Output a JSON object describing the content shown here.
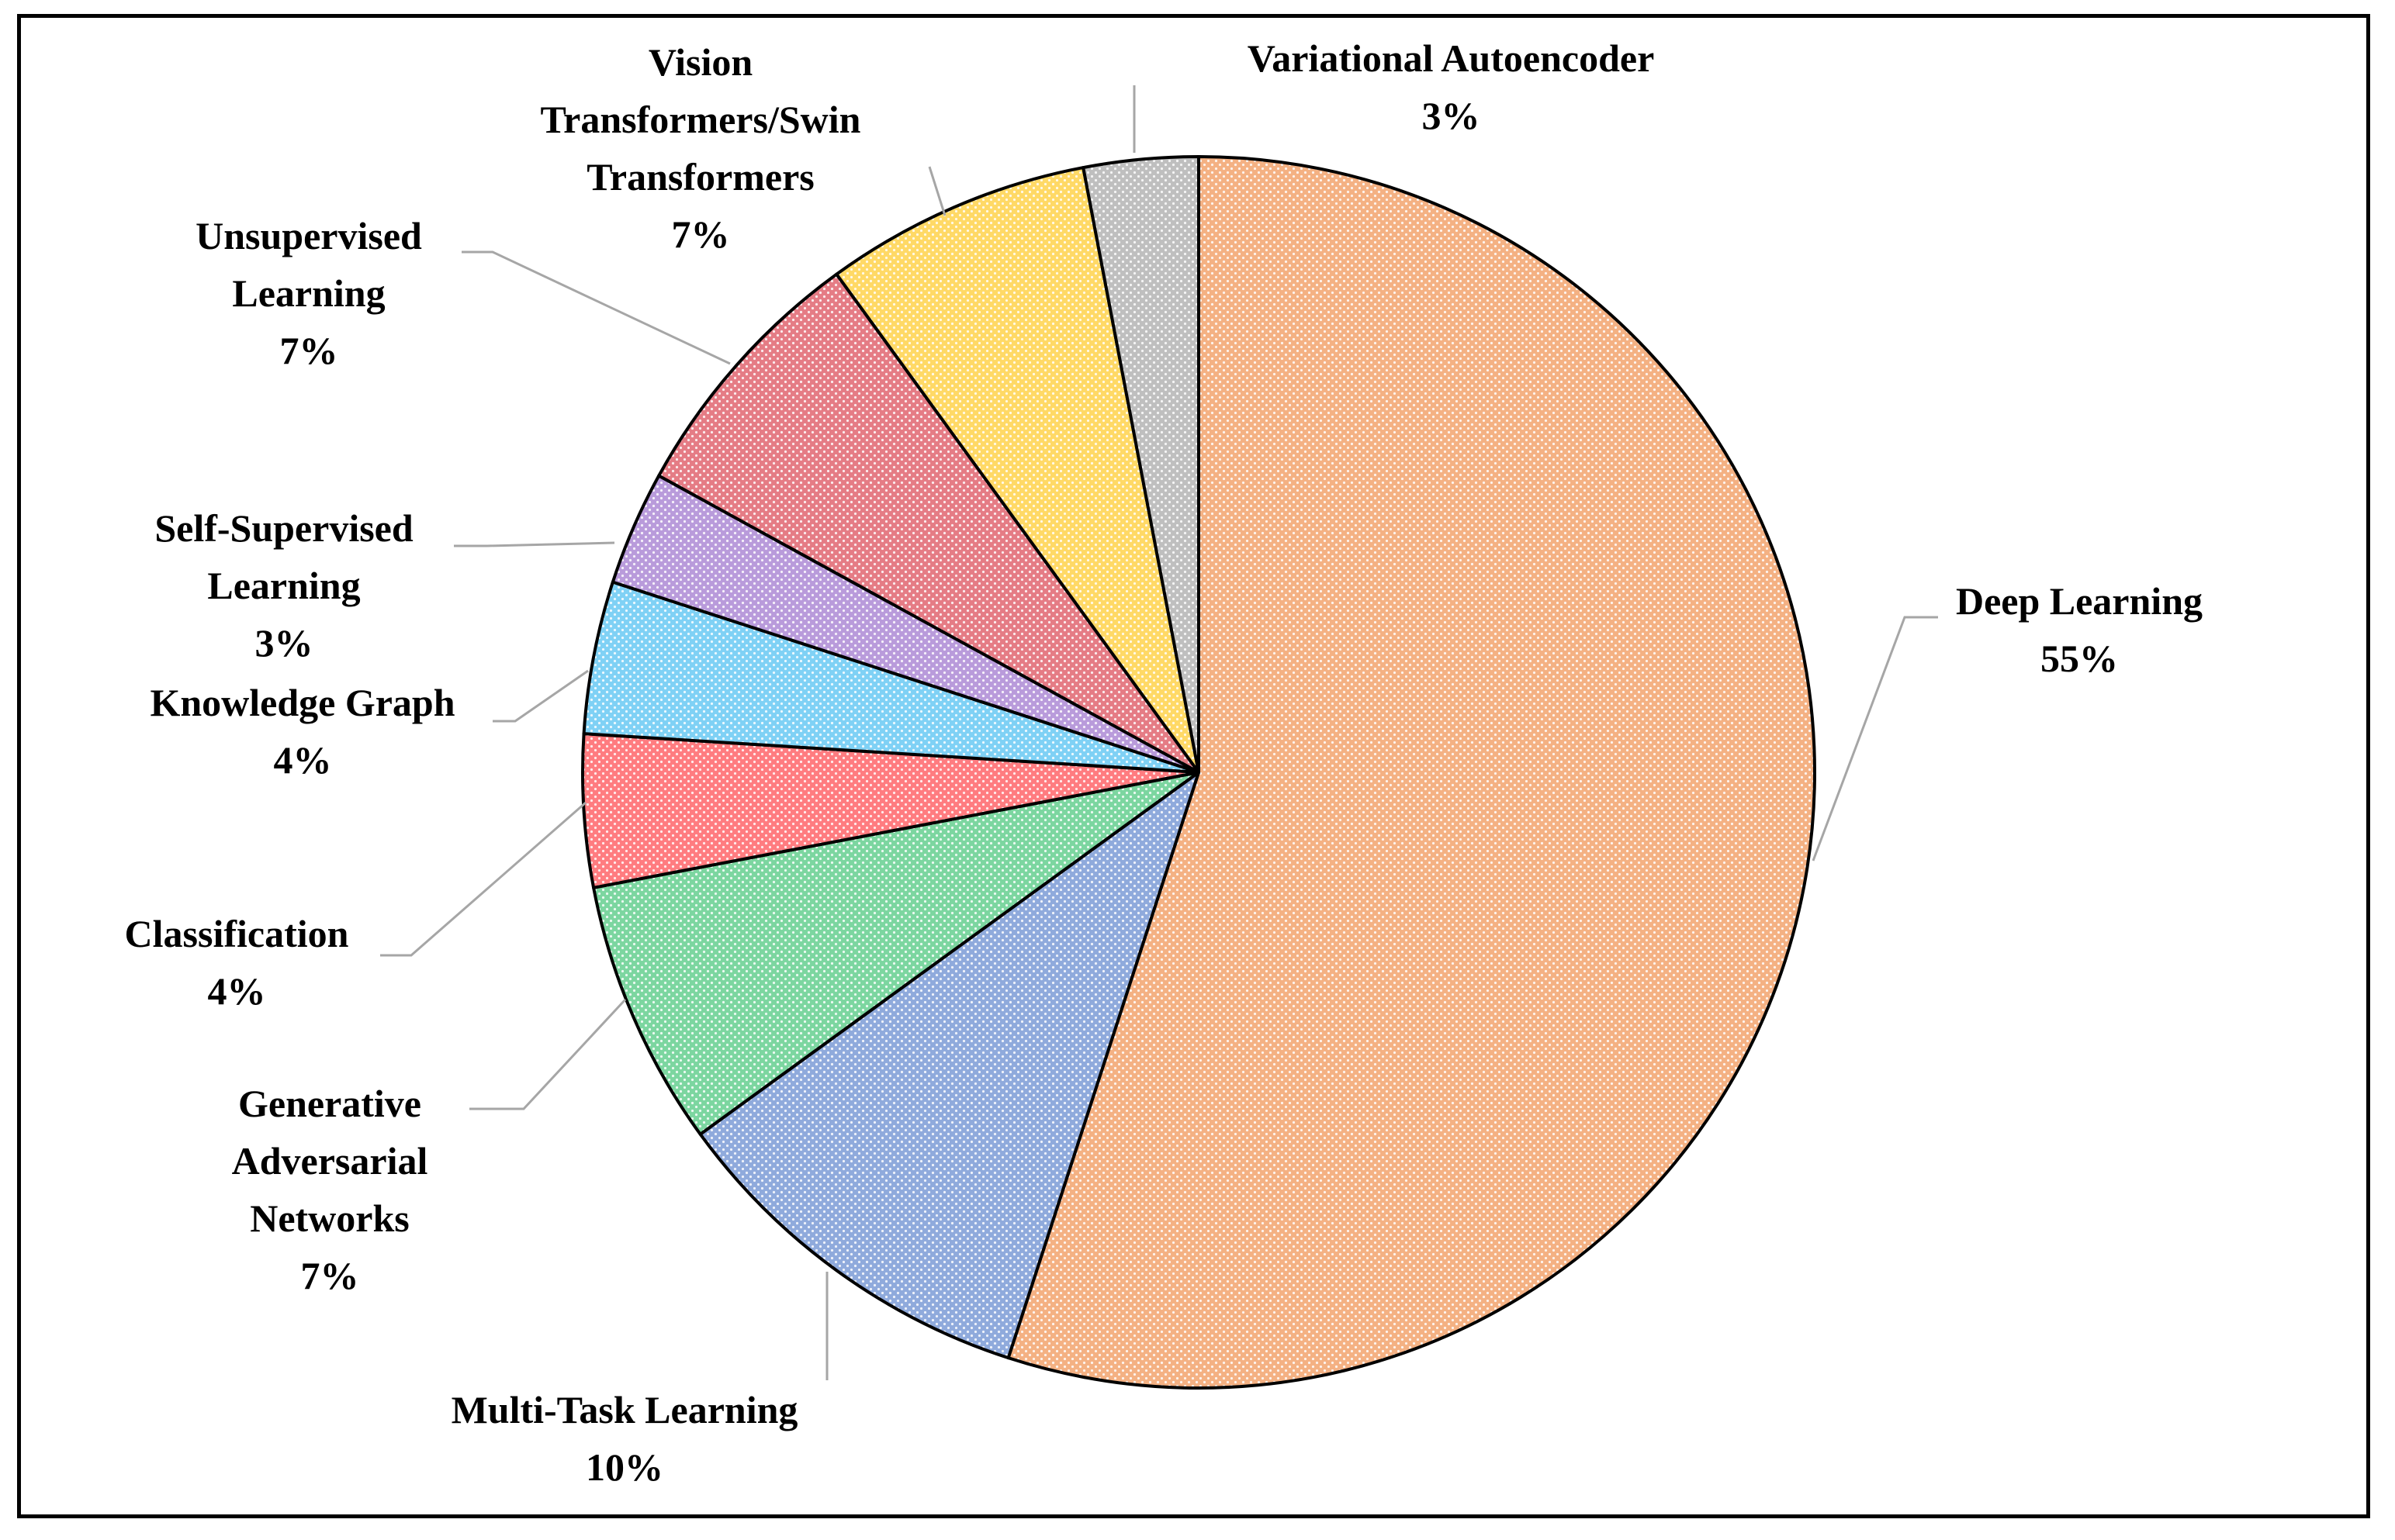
{
  "chart_data": {
    "type": "pie",
    "title": "",
    "start_angle_deg": 0,
    "direction": "clockwise",
    "legend": "none",
    "data_labels": "outside-with-leader-lines",
    "slices": [
      {
        "label": "Deep Learning",
        "display_value": "55%",
        "value": 55,
        "color": "#F4B183",
        "pattern": "dots"
      },
      {
        "label": "Multi-Task Learning",
        "display_value": "10%",
        "value": 10,
        "color": "#8FAADC",
        "pattern": "dots"
      },
      {
        "label": "Generative Adversarial Networks",
        "display_value": "7%",
        "value": 7,
        "color": "#7CD6A0",
        "pattern": "dots"
      },
      {
        "label": "Classification",
        "display_value": "4%",
        "value": 4,
        "color": "#FF7C80",
        "pattern": "dots"
      },
      {
        "label": "Knowledge Graph",
        "display_value": "4%",
        "value": 4,
        "color": "#7FD1F5",
        "pattern": "dots"
      },
      {
        "label": "Self-Supervised Learning",
        "display_value": "3%",
        "value": 3,
        "color": "#B99BDB",
        "pattern": "dots"
      },
      {
        "label": "Unsupervised Learning",
        "display_value": "7%",
        "value": 7,
        "color": "#E57C85",
        "pattern": "dots"
      },
      {
        "label": "Vision Transformers/Swin Transformers",
        "display_value": "7%",
        "value": 7,
        "color": "#FFD966",
        "pattern": "dots"
      },
      {
        "label": "Variational Autoencoder",
        "display_value": "3%",
        "value": 3,
        "color": "#BFBFBF",
        "pattern": "dots"
      }
    ],
    "label_lines": [
      [
        "Deep Learning",
        "55%"
      ],
      [
        "Multi-Task Learning",
        "10%"
      ],
      [
        "Generative",
        "Adversarial",
        "Networks",
        "7%"
      ],
      [
        "Classification",
        "4%"
      ],
      [
        "Knowledge Graph",
        "4%"
      ],
      [
        "Self-Supervised",
        "Learning",
        "3%"
      ],
      [
        "Unsupervised",
        "Learning",
        "7%"
      ],
      [
        "Vision",
        "Transformers/Swin",
        "Transformers",
        "7%"
      ],
      [
        "Variational Autoencoder",
        "3%"
      ]
    ]
  }
}
